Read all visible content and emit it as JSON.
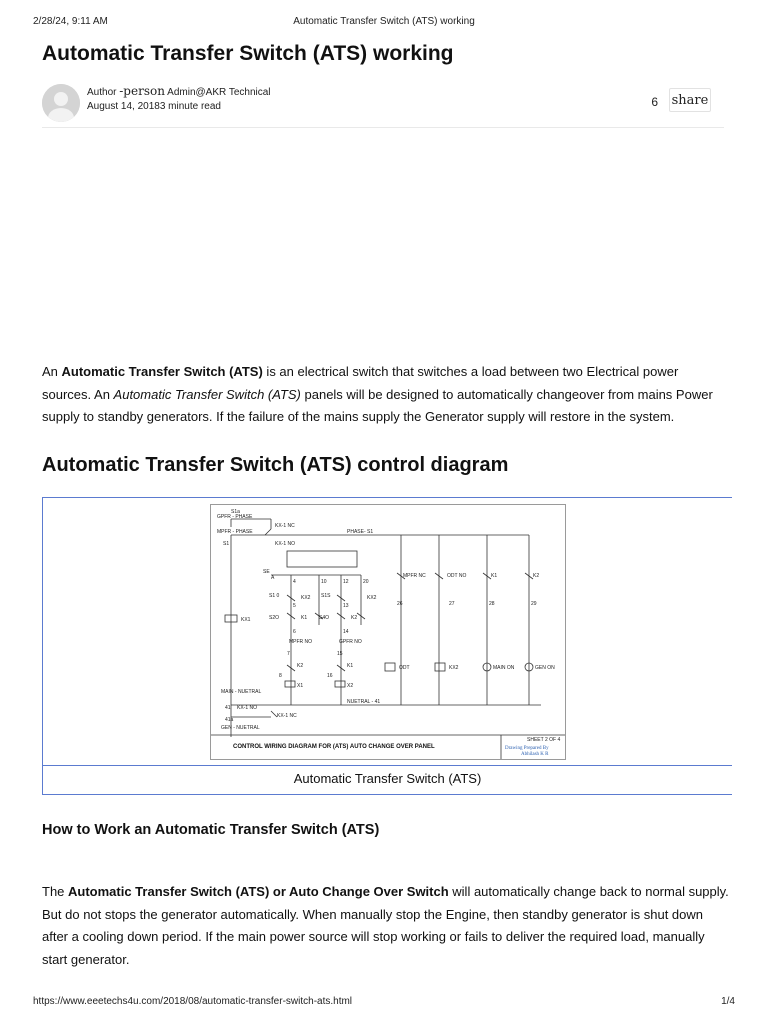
{
  "print_header": {
    "datetime": "2/28/24, 9:11 AM",
    "page_title": "Automatic Transfer Switch (ATS) working"
  },
  "article": {
    "title": "Automatic Transfer Switch (ATS) working",
    "author_label": "Author",
    "author_icon_text": "-person",
    "author_name": "Admin@AKR Technical",
    "date": "August 14, 2018",
    "read_time": "3 minute read",
    "share_count": "6",
    "share_label": "share"
  },
  "intro": {
    "t1": "An ",
    "b1": "Automatic Transfer Switch (ATS)",
    "t2": " is an electrical switch that switches a load between two Electrical power sources. An ",
    "i1": "Automatic Transfer Switch (ATS)",
    "t3": " panels will be designed to automatically changeover from mains Power supply to standby generators. If the failure of the mains supply the Generator supply will restore in the system."
  },
  "section": {
    "title": "Automatic Transfer Switch (ATS) control diagram"
  },
  "figure": {
    "caption": "Automatic Transfer Switch (ATS)",
    "diagram": {
      "labels": {
        "s1a": "S1a",
        "gpfr_phase": "GPFR - PHASE",
        "kx1_nc_top": "KX-1 NC",
        "mpfr_phase": "MPFR - PHASE",
        "phase_s1": "PHASE- S1",
        "s1": "S1",
        "kx1_no": "KX-1 NO",
        "se": "SE",
        "a": "A",
        "n4": "4",
        "n10": "10",
        "n12": "12",
        "n20": "20",
        "s1o": "S1 0",
        "s1s": "S1S",
        "kx1": "KX1",
        "kx2a": "KX2",
        "kx2b": "KX2",
        "n5": "5",
        "n13": "13",
        "s2o": "S2O",
        "s4o": "S4O",
        "k1a": "K1",
        "k2a": "K2",
        "n6": "6",
        "n14": "14",
        "mpfr_no": "MPFR NO",
        "gpfr_no": "GPFR NO",
        "n7": "7",
        "n15": "15",
        "k2b": "K2",
        "k1b": "K1",
        "n8": "8",
        "n16": "16",
        "x1": "X1",
        "x2": "X2",
        "main_nuetral": "MAIN - NUETRAL",
        "nuetral_41": "NUETRAL - 41",
        "n41": "41",
        "kx1_no_b": "KX-1 NO",
        "n41a": "41a",
        "kx1_nc_b": "KX-1 NC",
        "gen_nuetral": "GEN - NUETRAL",
        "mpfr_nc": "MPFR NC",
        "odt_no": "ODT NO",
        "k1c": "K1",
        "k2c": "K2",
        "n26": "26",
        "n27": "27",
        "n28": "28",
        "n29": "29",
        "odt": "ODT",
        "kx2c": "KX2",
        "main_on": "MAIN ON",
        "gen_on": "GEN ON",
        "footer": "CONTROL WIRING DIAGRAM FOR (ATS) AUTO CHANGE OVER PANEL",
        "sheet": "SHEET 2 OF 4",
        "credit1": "Drawing Prepared By",
        "credit2": "Abhilash K R"
      }
    }
  },
  "subsection": {
    "title": "How to Work an Automatic Transfer Switch (ATS)"
  },
  "para2": {
    "t1": "The ",
    "b1": "Automatic Transfer Switch (ATS) or Auto Change Over Switch",
    "t2": " will automatically change back to normal supply. But do not stops the generator automatically. When manually stop the Engine, then standby generator is shut down after a cooling down period. If the main power source will stop working or fails to deliver the required load, manually start generator."
  },
  "print_footer": {
    "url": "https://www.eeetechs4u.com/2018/08/automatic-transfer-switch-ats.html",
    "page": "1/4"
  }
}
